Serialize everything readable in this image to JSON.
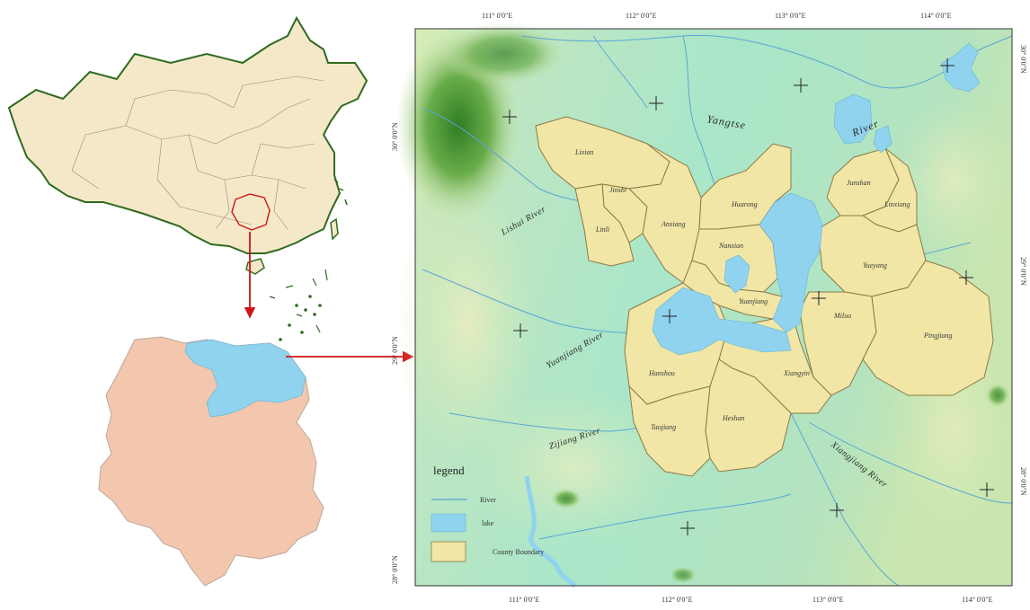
{
  "colors": {
    "lake": "#8fd3ef",
    "county": "#f1e6a6",
    "county_stroke": "#8c7a45",
    "river": "#58a7d6",
    "china_fill": "#f4e8c8",
    "china_border": "#2f6b1f",
    "hunan_fill": "#f3c7ae",
    "arrow": "#d01515",
    "terrain_low": "#a8e8c8",
    "terrain_high": "#4a9a3a"
  },
  "axes": {
    "top_lon": [
      "111° 0'0\"E",
      "112° 0'0\"E",
      "113° 0'0\"E",
      "114° 0'0\"E"
    ],
    "bottom_lon": [
      "111° 0'0\"E",
      "112° 0'0\"E",
      "113° 0'0\"E",
      "114° 0'0\"E"
    ],
    "left_lat": [
      "30° 0'0\"N",
      "29° 0'0\"N",
      "28° 0'0\"N"
    ],
    "right_lat": [
      "30° 0'0\"N",
      "29° 0'0\"N",
      "28° 0'0\"N"
    ]
  },
  "labels": {
    "counties": [
      "Lixian",
      "Jinshi",
      "Anxiang",
      "Linli",
      "Huarong",
      "Nanxian",
      "Yuanjiang",
      "Junshan",
      "Linxiang",
      "Yueyang",
      "Miluo",
      "Pingjiang",
      "Hanshou",
      "Xiangyin",
      "Taojiang",
      "Heshan"
    ],
    "rivers": {
      "yangtse": "Yangtse",
      "river": "River",
      "lishui": "Lishui River",
      "yuanjiang": "Yuanjiang River",
      "zijiang": "Zijiang River",
      "xiangjiang": "Xiangjiang River"
    }
  },
  "legend": {
    "title": "legend",
    "items": [
      "River",
      "lake",
      "County Boundary"
    ]
  }
}
